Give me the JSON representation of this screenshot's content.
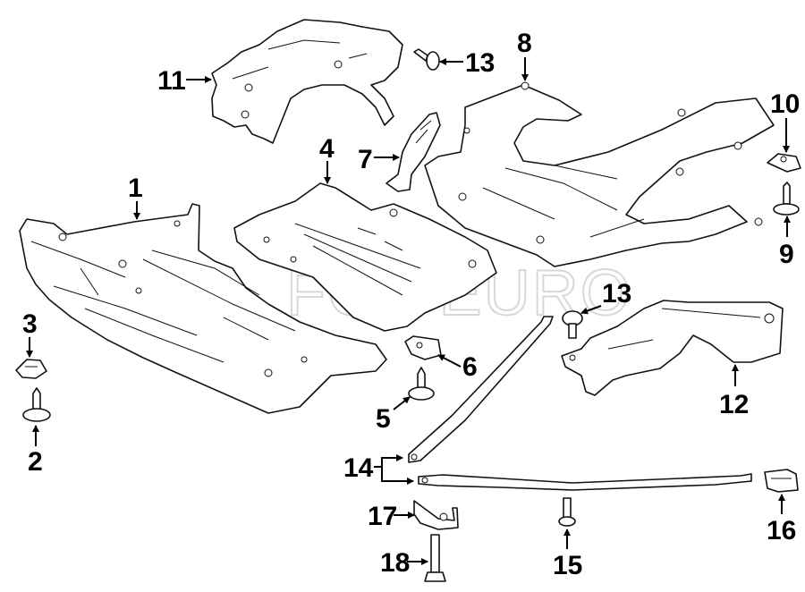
{
  "diagram": {
    "type": "exploded parts diagram",
    "subject": "Underbody splash shields / engine undercovers",
    "watermark": "FCP EURO",
    "callouts": [
      {
        "id": "1",
        "label": "1",
        "part": "front splash shield (undercover)"
      },
      {
        "id": "2",
        "label": "2",
        "part": "screw"
      },
      {
        "id": "3",
        "label": "3",
        "part": "clip nut"
      },
      {
        "id": "4",
        "label": "4",
        "part": "center undercover"
      },
      {
        "id": "5",
        "label": "5",
        "part": "screw"
      },
      {
        "id": "6",
        "label": "6",
        "part": "clip nut"
      },
      {
        "id": "7",
        "label": "7",
        "part": "bracket"
      },
      {
        "id": "8",
        "label": "8",
        "part": "rear undercover"
      },
      {
        "id": "9",
        "label": "9",
        "part": "screw"
      },
      {
        "id": "10",
        "label": "10",
        "part": "clip nut"
      },
      {
        "id": "11",
        "label": "11",
        "part": "side shield (left)"
      },
      {
        "id": "12",
        "label": "12",
        "part": "side shield (right)"
      },
      {
        "id": "13a",
        "label": "13",
        "part": "push clip (upper)"
      },
      {
        "id": "13b",
        "label": "13",
        "part": "push clip (lower)"
      },
      {
        "id": "14",
        "label": "14",
        "part": "strut brace"
      },
      {
        "id": "15",
        "label": "15",
        "part": "bolt"
      },
      {
        "id": "16",
        "label": "16",
        "part": "clip"
      },
      {
        "id": "17",
        "label": "17",
        "part": "bracket"
      },
      {
        "id": "18",
        "label": "18",
        "part": "bolt"
      }
    ]
  }
}
